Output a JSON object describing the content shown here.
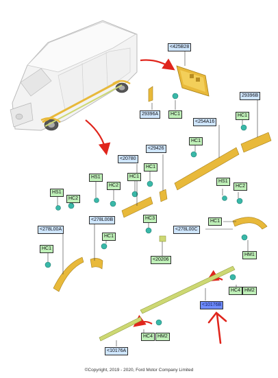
{
  "labels": {
    "p425B28": "<425B28",
    "p29396A": "29396A",
    "hc_top": "HC1",
    "p29396B": "29396B",
    "hc_29396B": "HC1",
    "p254A16": "<254A16",
    "hc_254A16": "HC1",
    "p29426": "<29426",
    "hc1_29426": "HC1",
    "p20780": "<20780",
    "hs1_20780": "HS1",
    "hc2_20780": "HC2",
    "hc1_20780": "HC1",
    "hs1_left": "HS1",
    "hc2_left": "HC2",
    "p278L00A": "<278L00A",
    "hc1_278L00A": "HC1",
    "p278L00B": "<278L00B",
    "hc1_278L00B": "HC1",
    "hc3": "HC3",
    "p20206": "<20206",
    "hs1_right": "HS1",
    "hc2_right": "HC2",
    "p278L00C": "<278L00C",
    "hc1_278L00C": "HC1",
    "hm1": "HM1",
    "hc4_right": "HC4",
    "hm2_right": "HM2",
    "p10176B": "<10176B",
    "hc4_bottom": "HC4",
    "hm2_bottom": "HM2",
    "p10176A": "<10176A"
  },
  "copyright": "©Copyright, 2019 - 2020, Ford Motor Company Limited",
  "colors": {
    "part_label_bg": "#cfe6ff",
    "fastener_label_bg": "#bff0b8",
    "highlight_label_bg": "#6f8cff",
    "moulding_fill": "#e8b93a",
    "rocker_fill": "#cdd873",
    "clip_fill": "#39b8a8",
    "arrow_red": "#e0251c"
  }
}
